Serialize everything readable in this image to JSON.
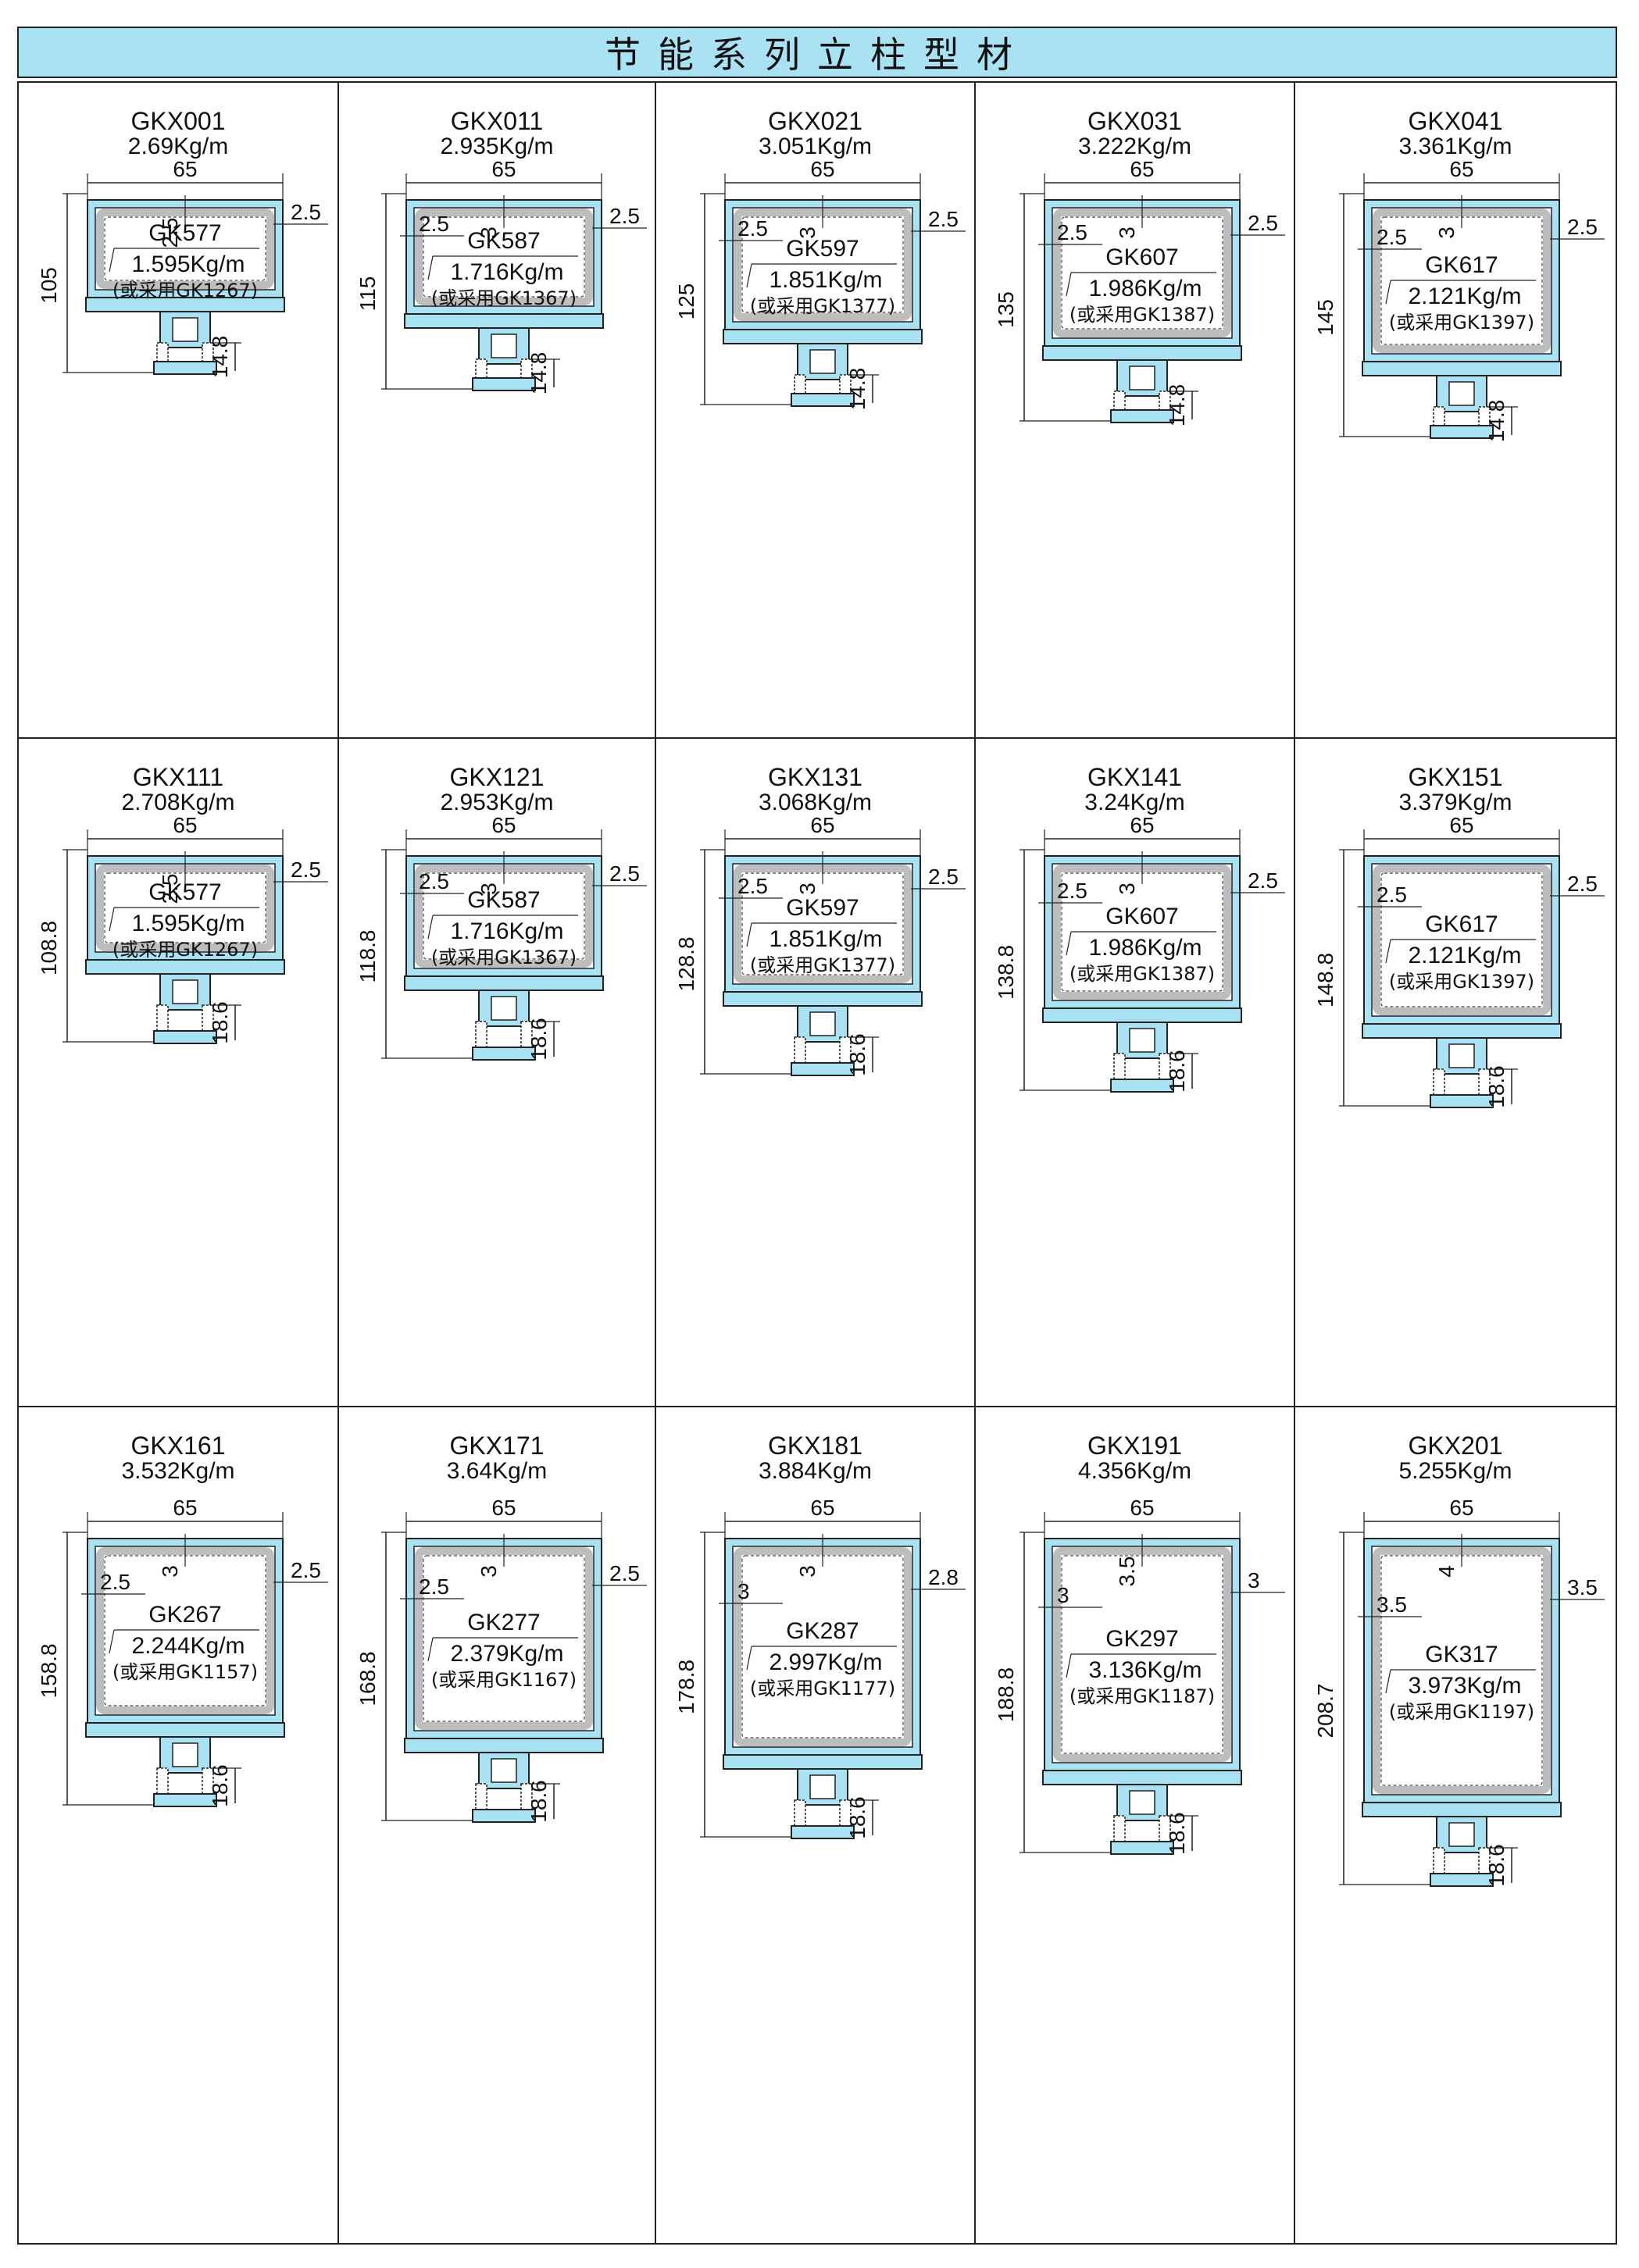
{
  "title": "节能系列立柱型材",
  "colors": {
    "profile_fill": "#a9e2f3",
    "profile_stroke": "#222222",
    "insulation": "#bdbdbd",
    "title_bg": "#a9e2f3"
  },
  "profiles": [
    {
      "code": "GKX001",
      "weight": "2.69Kg/m",
      "width": "65",
      "height": "105",
      "foot": "14.8",
      "wall_top": "2.5",
      "wall_left": "",
      "wall_right": "2.5",
      "core_code": "GK577",
      "core_weight": "1.595Kg/m",
      "core_alt": "(或采用GK1267)"
    },
    {
      "code": "GKX011",
      "weight": "2.935Kg/m",
      "width": "65",
      "height": "115",
      "foot": "14.8",
      "wall_top": "3",
      "wall_left": "2.5",
      "wall_right": "2.5",
      "core_code": "GK587",
      "core_weight": "1.716Kg/m",
      "core_alt": "(或采用GK1367)"
    },
    {
      "code": "GKX021",
      "weight": "3.051Kg/m",
      "width": "65",
      "height": "125",
      "foot": "14.8",
      "wall_top": "3",
      "wall_left": "2.5",
      "wall_right": "2.5",
      "core_code": "GK597",
      "core_weight": "1.851Kg/m",
      "core_alt": "(或采用GK1377)"
    },
    {
      "code": "GKX031",
      "weight": "3.222Kg/m",
      "width": "65",
      "height": "135",
      "foot": "14.8",
      "wall_top": "3",
      "wall_left": "2.5",
      "wall_right": "2.5",
      "core_code": "GK607",
      "core_weight": "1.986Kg/m",
      "core_alt": "(或采用GK1387)"
    },
    {
      "code": "GKX041",
      "weight": "3.361Kg/m",
      "width": "65",
      "height": "145",
      "foot": "14.8",
      "wall_top": "3",
      "wall_left": "2.5",
      "wall_right": "2.5",
      "core_code": "GK617",
      "core_weight": "2.121Kg/m",
      "core_alt": "(或采用GK1397)"
    },
    {
      "code": "GKX111",
      "weight": "2.708Kg/m",
      "width": "65",
      "height": "108.8",
      "foot": "18.6",
      "wall_top": "2.5",
      "wall_left": "",
      "wall_right": "2.5",
      "core_code": "GK577",
      "core_weight": "1.595Kg/m",
      "core_alt": "(或采用GK1267)"
    },
    {
      "code": "GKX121",
      "weight": "2.953Kg/m",
      "width": "65",
      "height": "118.8",
      "foot": "18.6",
      "wall_top": "3",
      "wall_left": "2.5",
      "wall_right": "2.5",
      "core_code": "GK587",
      "core_weight": "1.716Kg/m",
      "core_alt": "(或采用GK1367)"
    },
    {
      "code": "GKX131",
      "weight": "3.068Kg/m",
      "width": "65",
      "height": "128.8",
      "foot": "18.6",
      "wall_top": "3",
      "wall_left": "2.5",
      "wall_right": "2.5",
      "core_code": "GK597",
      "core_weight": "1.851Kg/m",
      "core_alt": "(或采用GK1377)"
    },
    {
      "code": "GKX141",
      "weight": "3.24Kg/m",
      "width": "65",
      "height": "138.8",
      "foot": "18.6",
      "wall_top": "3",
      "wall_left": "2.5",
      "wall_right": "2.5",
      "core_code": "GK607",
      "core_weight": "1.986Kg/m",
      "core_alt": "(或采用GK1387)"
    },
    {
      "code": "GKX151",
      "weight": "3.379Kg/m",
      "width": "65",
      "height": "148.8",
      "foot": "18.6",
      "wall_top": "",
      "wall_left": "2.5",
      "wall_right": "2.5",
      "core_code": "GK617",
      "core_weight": "2.121Kg/m",
      "core_alt": "(或采用GK1397)"
    },
    {
      "code": "GKX161",
      "weight": "3.532Kg/m",
      "width": "65",
      "height": "158.8",
      "foot": "18.6",
      "wall_top": "3",
      "wall_left": "2.5",
      "wall_right": "2.5",
      "core_code": "GK267",
      "core_weight": "2.244Kg/m",
      "core_alt": "(或采用GK1157)"
    },
    {
      "code": "GKX171",
      "weight": "3.64Kg/m",
      "width": "65",
      "height": "168.8",
      "foot": "18.6",
      "wall_top": "3",
      "wall_left": "2.5",
      "wall_right": "2.5",
      "core_code": "GK277",
      "core_weight": "2.379Kg/m",
      "core_alt": "(或采用GK1167)"
    },
    {
      "code": "GKX181",
      "weight": "3.884Kg/m",
      "width": "65",
      "height": "178.8",
      "foot": "18.6",
      "wall_top": "3",
      "wall_left": "3",
      "wall_right": "2.8",
      "core_code": "GK287",
      "core_weight": "2.997Kg/m",
      "core_alt": "(或采用GK1177)"
    },
    {
      "code": "GKX191",
      "weight": "4.356Kg/m",
      "width": "65",
      "height": "188.8",
      "foot": "18.6",
      "wall_top": "3.5",
      "wall_left": "3",
      "wall_right": "3",
      "core_code": "GK297",
      "core_weight": "3.136Kg/m",
      "core_alt": "(或采用GK1187)"
    },
    {
      "code": "GKX201",
      "weight": "5.255Kg/m",
      "width": "65",
      "height": "208.7",
      "foot": "18.6",
      "wall_top": "4",
      "wall_left": "3.5",
      "wall_right": "3.5",
      "core_code": "GK317",
      "core_weight": "3.973Kg/m",
      "core_alt": "(或采用GK1197)"
    }
  ]
}
